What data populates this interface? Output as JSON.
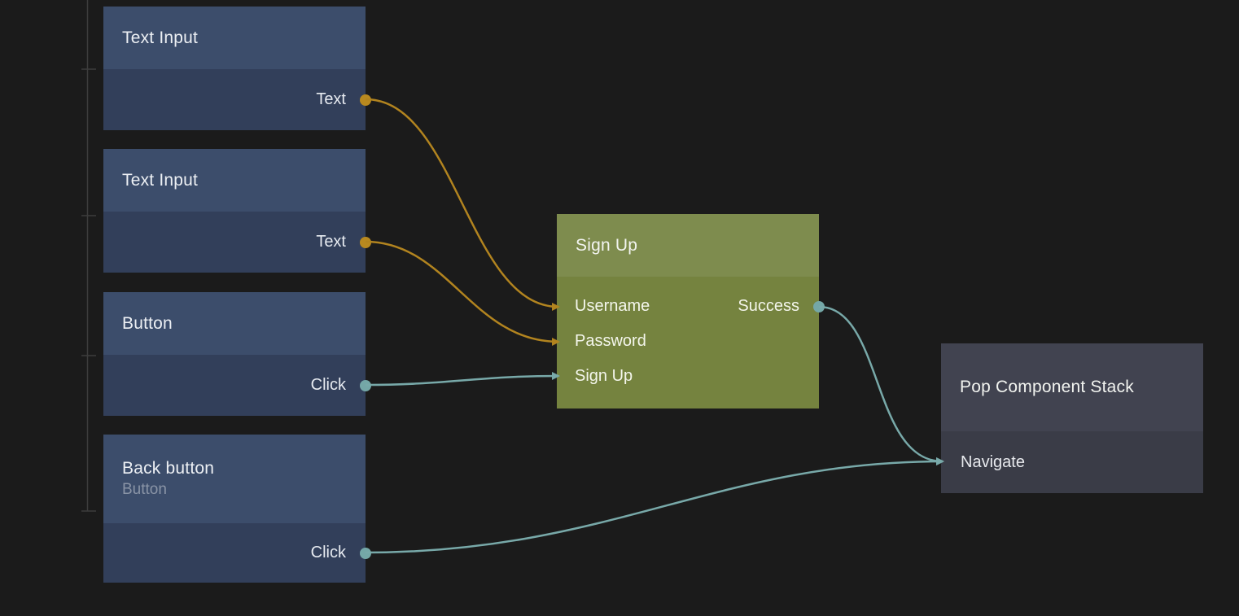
{
  "colors": {
    "background": "#1b1b1b",
    "blue_node_header": "#3c4d6b",
    "blue_node_body": "#323f5a",
    "green_node_header": "#7e8c4e",
    "green_node_body": "#75833f",
    "gray_node_header": "#414350",
    "gray_node_body": "#3a3c47",
    "wire_orange": "#b2841f",
    "wire_teal": "#78a9a9",
    "port_dot_orange": "#b8891f",
    "port_dot_teal": "#74a7a7",
    "stub_gray": "#3c3c3c"
  },
  "nodes": {
    "text_input_1": {
      "title": "Text Input",
      "output": "Text"
    },
    "text_input_2": {
      "title": "Text Input",
      "output": "Text"
    },
    "button_1": {
      "title": "Button",
      "output": "Click"
    },
    "back_button": {
      "title": "Back button",
      "subtitle": "Button",
      "output": "Click"
    },
    "sign_up": {
      "title": "Sign Up",
      "inputs": {
        "username": "Username",
        "password": "Password",
        "signup": "Sign Up"
      },
      "output": "Success"
    },
    "pop_stack": {
      "title": "Pop Component Stack",
      "inputs": {
        "navigate": "Navigate"
      }
    }
  },
  "edges": [
    {
      "from": "Text Input 1 / Text",
      "to": "Sign Up / Username",
      "color": "orange"
    },
    {
      "from": "Text Input 2 / Text",
      "to": "Sign Up / Password",
      "color": "orange"
    },
    {
      "from": "Button / Click",
      "to": "Sign Up / Sign Up",
      "color": "teal"
    },
    {
      "from": "Sign Up / Success",
      "to": "Pop Component Stack / Navigate",
      "color": "teal"
    },
    {
      "from": "Back button / Click",
      "to": "Pop Component Stack / Navigate",
      "color": "teal"
    }
  ]
}
